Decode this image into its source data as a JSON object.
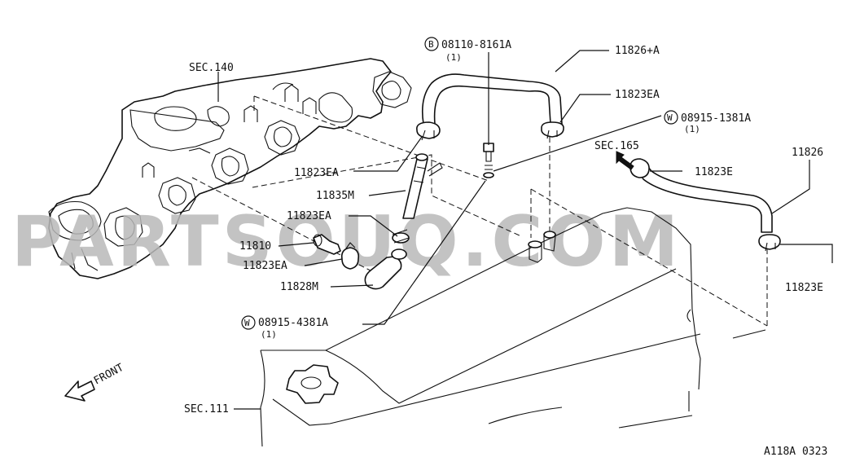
{
  "labels": {
    "sec140": "SEC.140",
    "bolt_code": "08110-8161A",
    "bolt_prefix": "B",
    "bolt_qty": "(1)",
    "hose_upper": "11826+A",
    "clamp_ea_upper": "11823EA",
    "washer_code": "08915-1381A",
    "washer_prefix": "W",
    "washer_qty": "(1)",
    "sec165": "SEC.165",
    "hose_right": "11826",
    "clamp_ea_left": "11823EA",
    "clamp_e_upper": "11823E",
    "pipe": "11835M",
    "clamp_ea_mid": "11823EA",
    "connector": "11810",
    "clamp_ea_lower": "11823EA",
    "hose_lower": "11828M",
    "clamp_e_right": "11823E",
    "washer2_code": "08915-4381A",
    "washer2_prefix": "W",
    "washer2_qty": "(1)",
    "front": "FRONT",
    "sec111": "SEC.111",
    "diagram_id": "A118A 0323"
  },
  "watermark": "PARTSOUQ.COM",
  "colors": {
    "line": "#111111",
    "watermark": "#b9b9b9",
    "background": "#ffffff"
  }
}
